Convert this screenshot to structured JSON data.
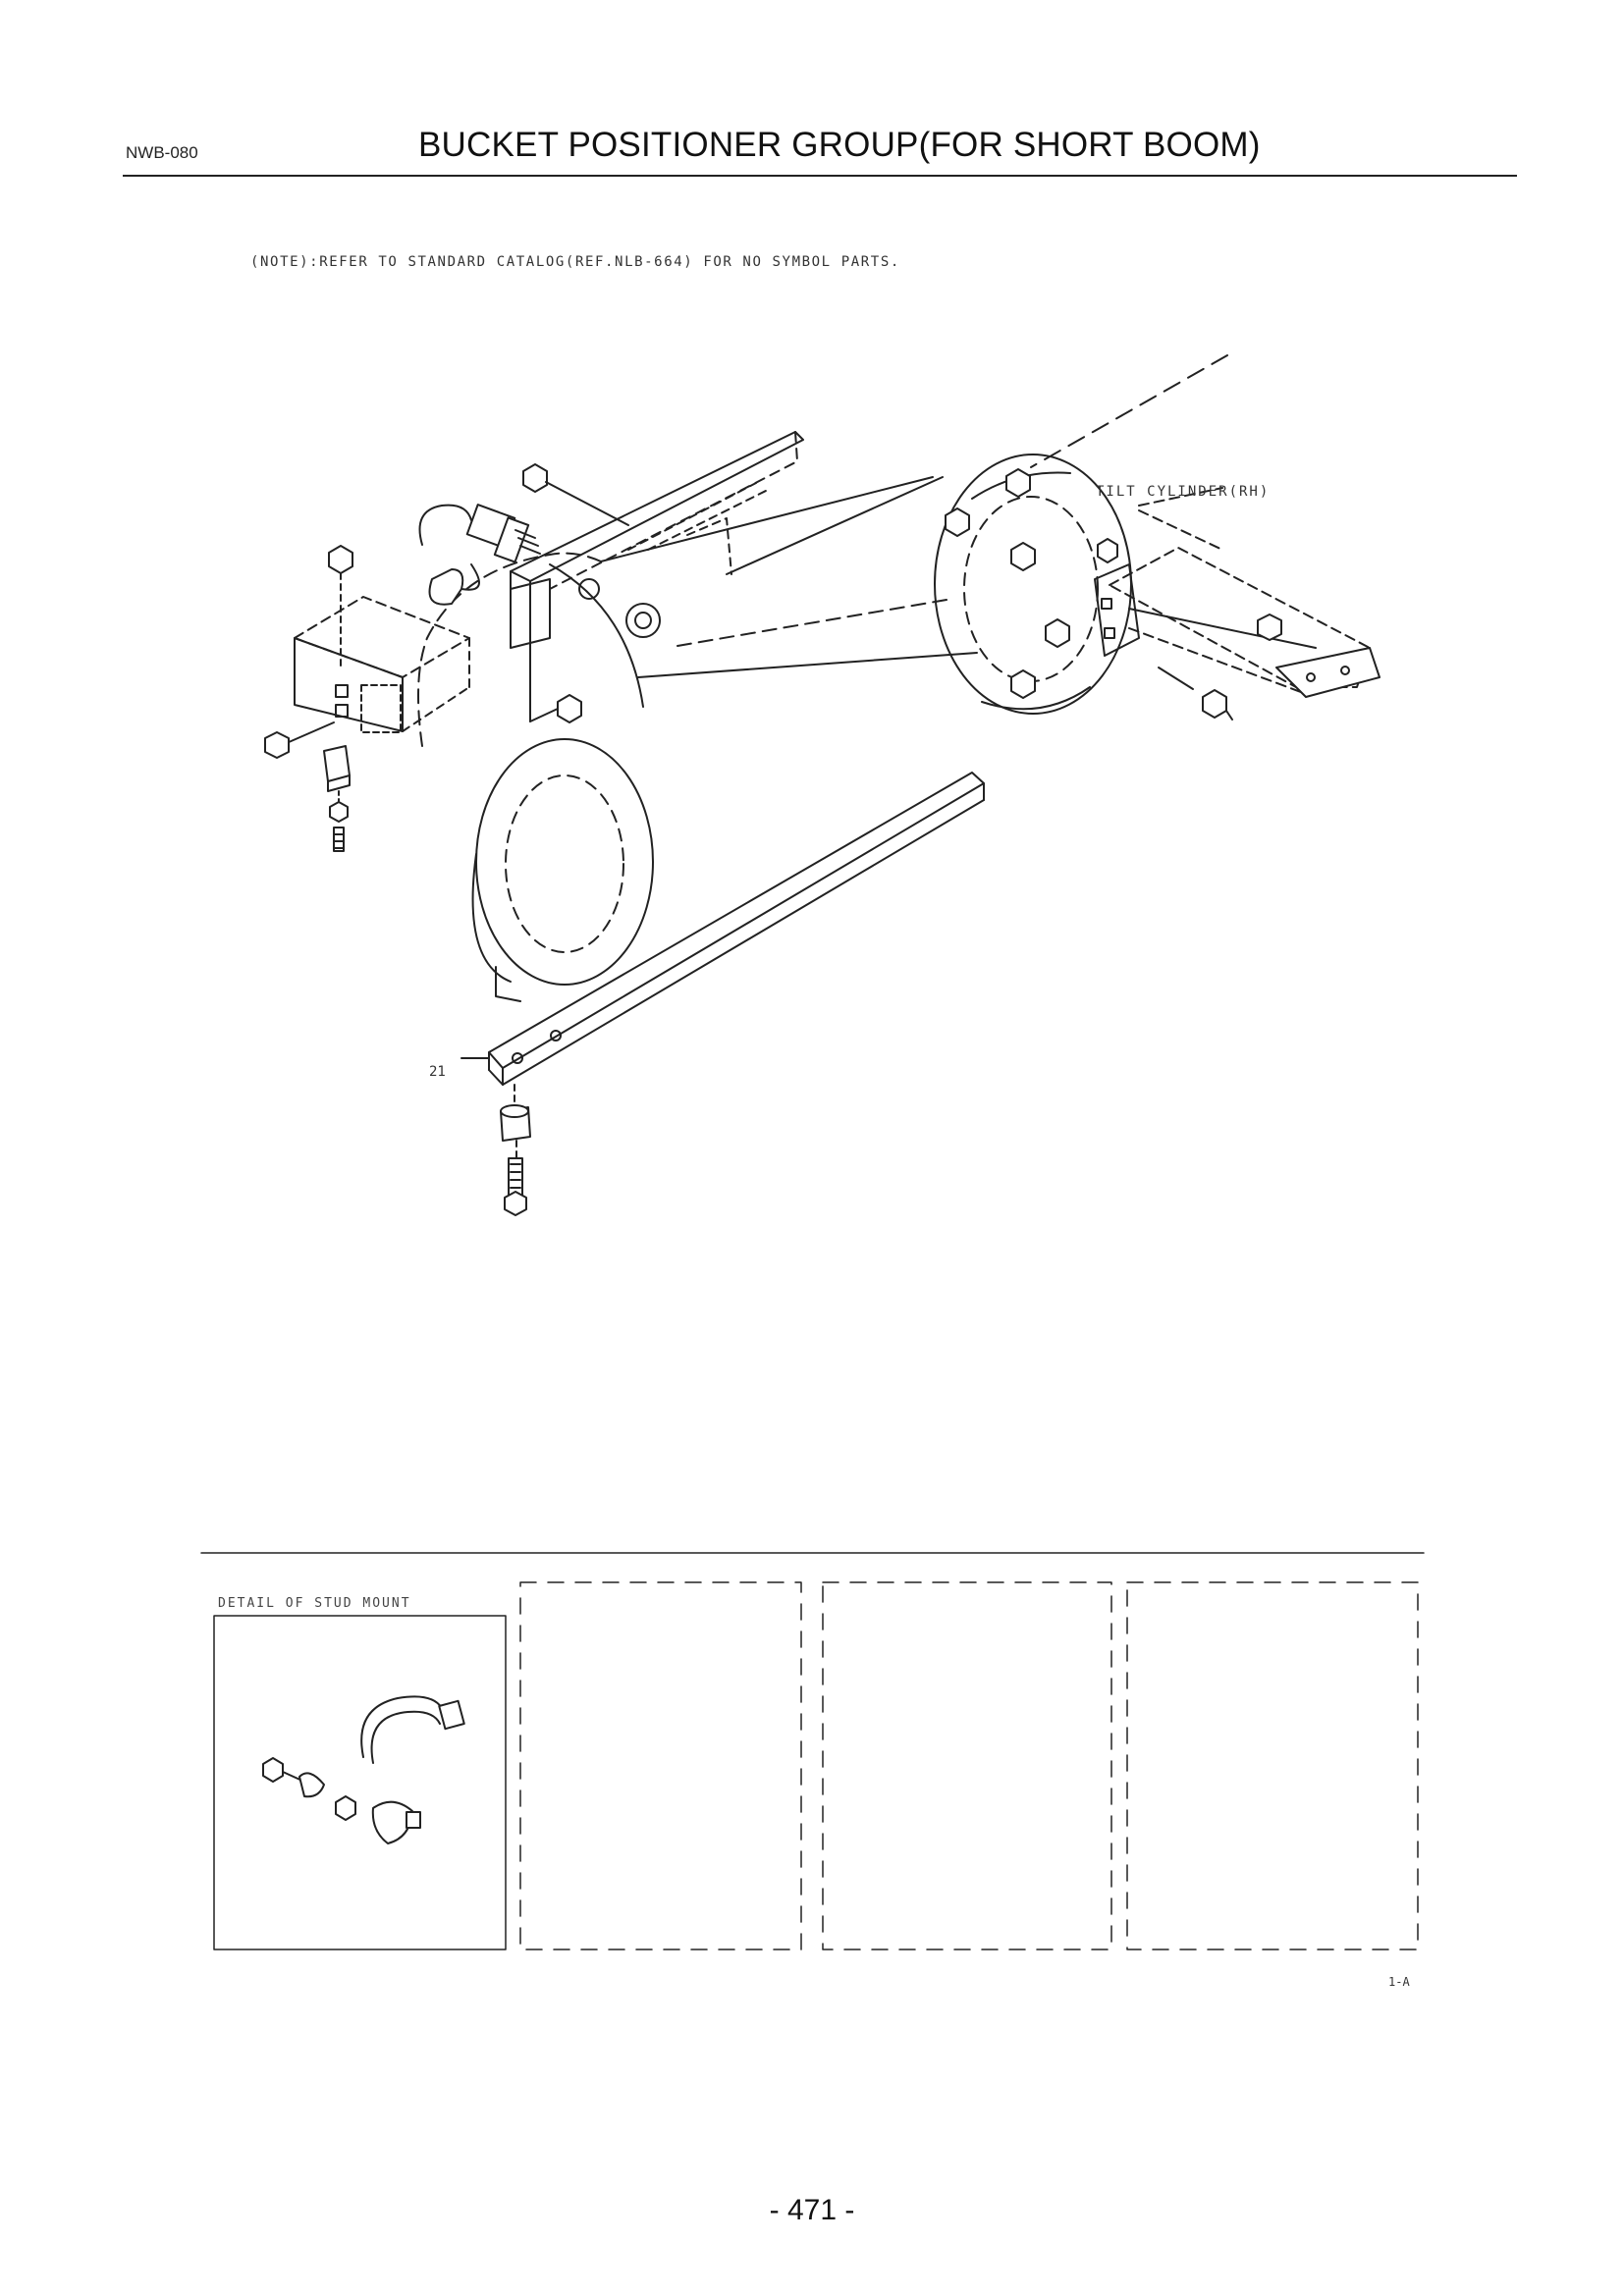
{
  "header": {
    "code": "NWB-080",
    "title": "BUCKET POSITIONER GROUP(FOR SHORT BOOM)"
  },
  "note": "(NOTE):REFER TO STANDARD CATALOG(REF.NLB-664) FOR NO SYMBOL PARTS.",
  "diagram": {
    "callout_tilt": "TILT CYLINDER(RH)",
    "callout_part": "21"
  },
  "detail": {
    "title": "DETAIL OF STUD MOUNT",
    "sheet_label": "1-A"
  },
  "footer": {
    "page_number": "- 471 -"
  }
}
